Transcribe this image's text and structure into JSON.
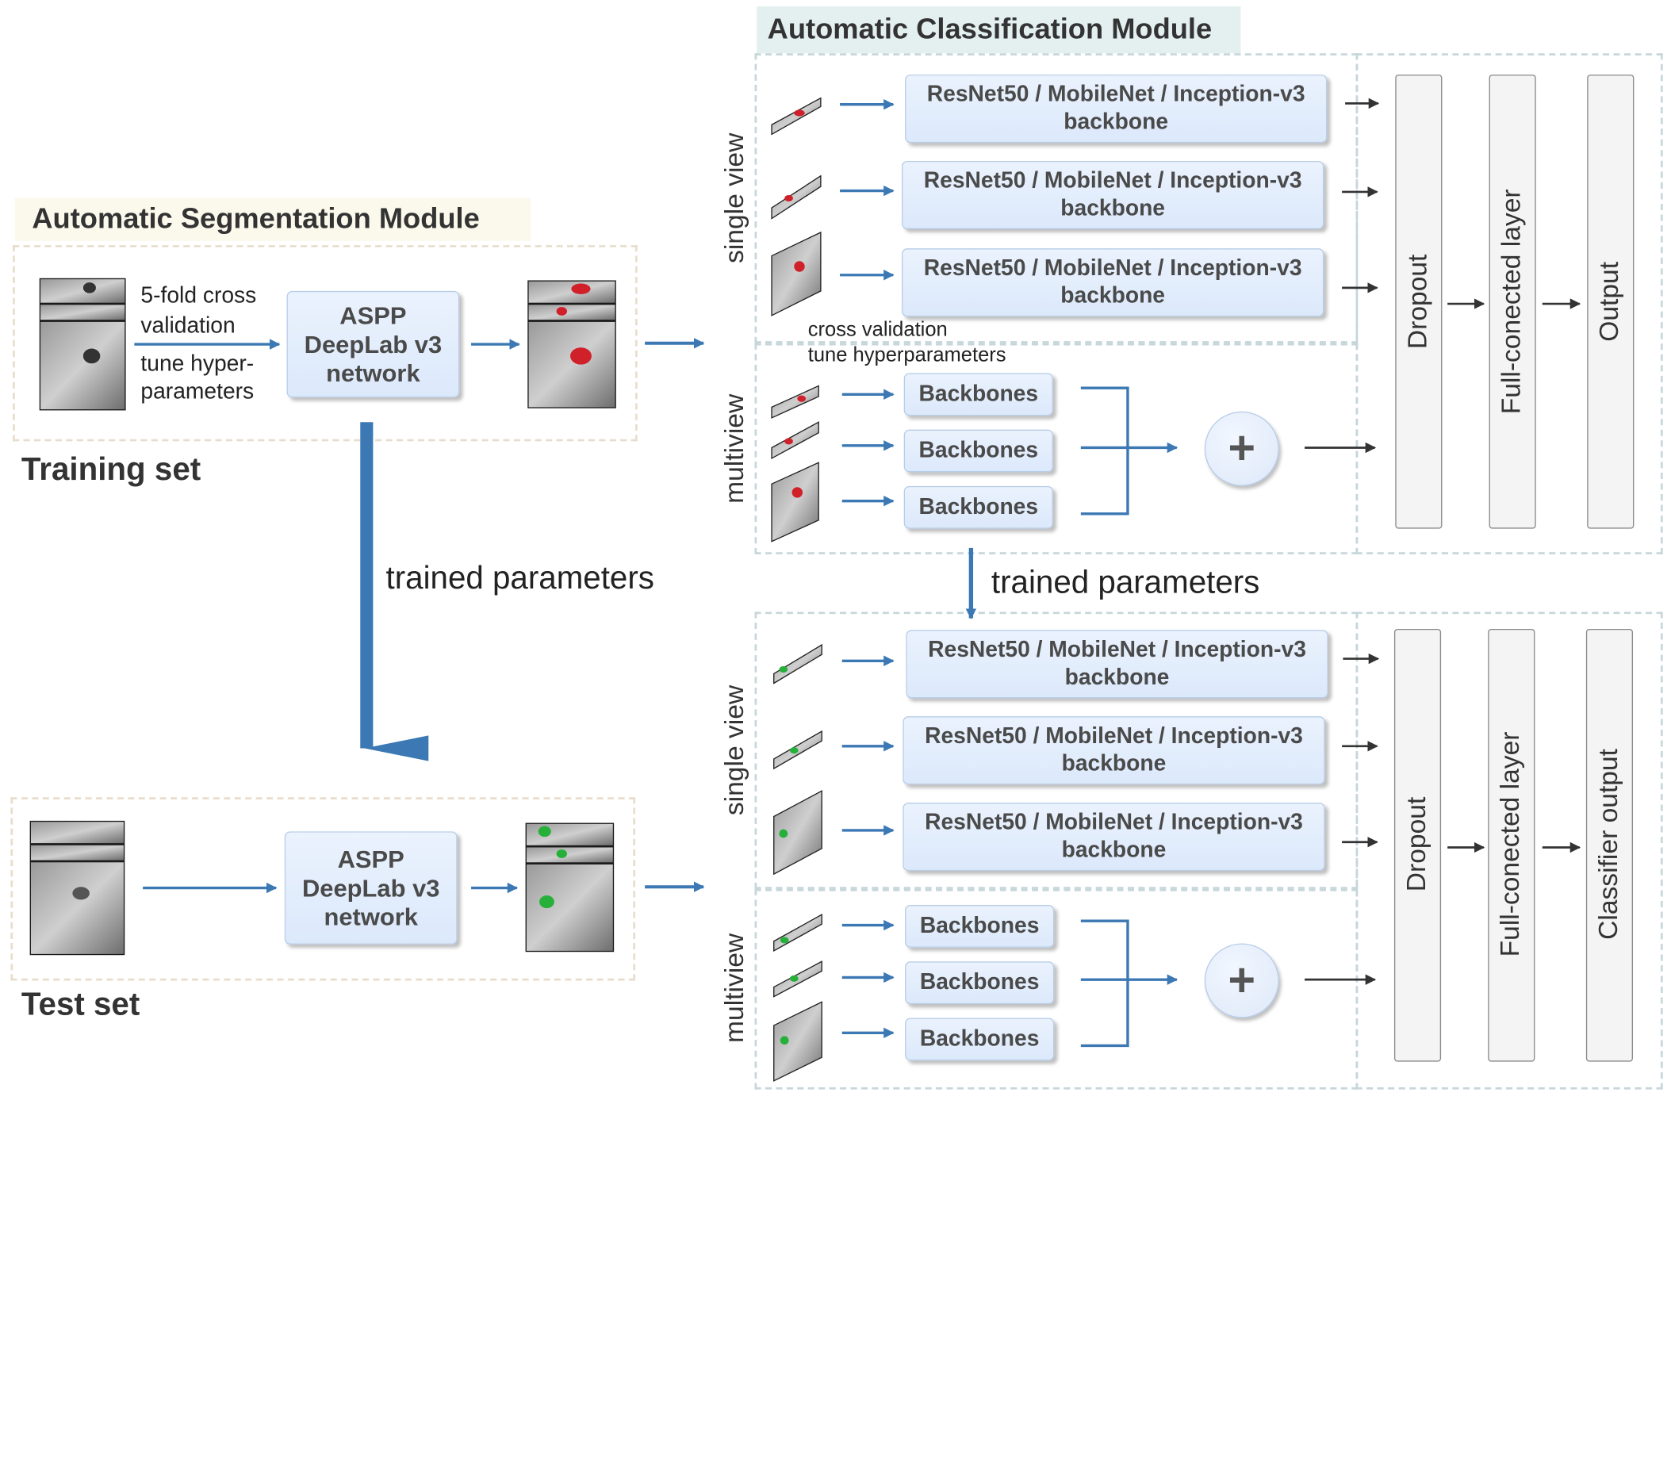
{
  "segmentation": {
    "title": "Automatic Segmentation Module",
    "training_label": "Training set",
    "test_label": "Test set",
    "cv_lines": [
      "5-fold cross",
      "validation",
      "tune hyper-",
      "parameters"
    ],
    "aspp_lines": [
      "ASPP",
      "DeepLab v3",
      "network"
    ],
    "trained_parameters": "trained parameters"
  },
  "classification": {
    "title": "Automatic Classification Module",
    "single_view_label": "single view",
    "multiview_label": "multiview",
    "cv_note_lines": [
      "cross validation",
      "tune hyperparameters"
    ],
    "backbone_lines": [
      "ResNet50 / MobileNet / Inception-v3",
      "backbone"
    ],
    "backbones_label": "Backbones",
    "plus_symbol": "+",
    "trained_parameters": "trained parameters",
    "top_heads": [
      "Dropout",
      "Full-conected layer",
      "Output"
    ],
    "bottom_heads": [
      "Dropout",
      "Full-conected layer",
      "Classifier output"
    ]
  },
  "colors": {
    "arrow_blue": "#3b78b4",
    "arrow_dark": "#333333",
    "box_fill": "#dce9fb",
    "title_bg_left": "#fbf8ec",
    "title_bg_right": "#e4eff0",
    "lesion_red": "#d0202a",
    "lesion_green": "#26b03a"
  }
}
